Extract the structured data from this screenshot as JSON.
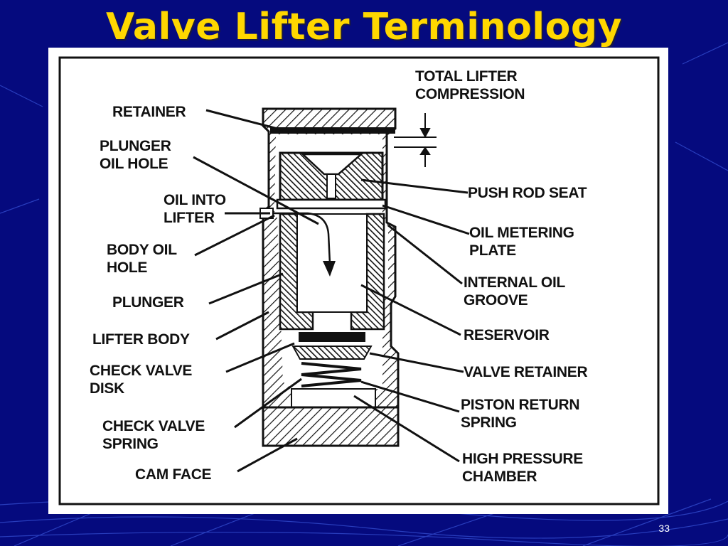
{
  "slide": {
    "title": "Valve Lifter Terminology",
    "page_number": "33"
  },
  "labels": {
    "total_lifter_compression": "TOTAL LIFTER\nCOMPRESSION",
    "retainer": "RETAINER",
    "plunger_oil_hole": "PLUNGER\nOIL HOLE",
    "oil_into_lifter": "OIL INTO\nLIFTER",
    "body_oil_hole": "BODY OIL\nHOLE",
    "plunger": "PLUNGER",
    "lifter_body": "LIFTER BODY",
    "check_valve_disk": "CHECK VALVE\nDISK",
    "check_valve_spring": "CHECK VALVE\nSPRING",
    "cam_face": "CAM FACE",
    "push_rod_seat": "PUSH ROD SEAT",
    "oil_metering_plate": "OIL METERING\nPLATE",
    "internal_oil_groove": "INTERNAL OIL\nGROOVE",
    "reservoir": "RESERVOIR",
    "valve_retainer": "VALVE RETAINER",
    "piston_return_spring": "PISTON RETURN\nSPRING",
    "high_pressure_chamber": "HIGH PRESSURE\nCHAMBER"
  },
  "colors": {
    "background": "#050a7e",
    "title": "#ffd700",
    "figure_background": "#ffffff",
    "ink": "#111111"
  }
}
